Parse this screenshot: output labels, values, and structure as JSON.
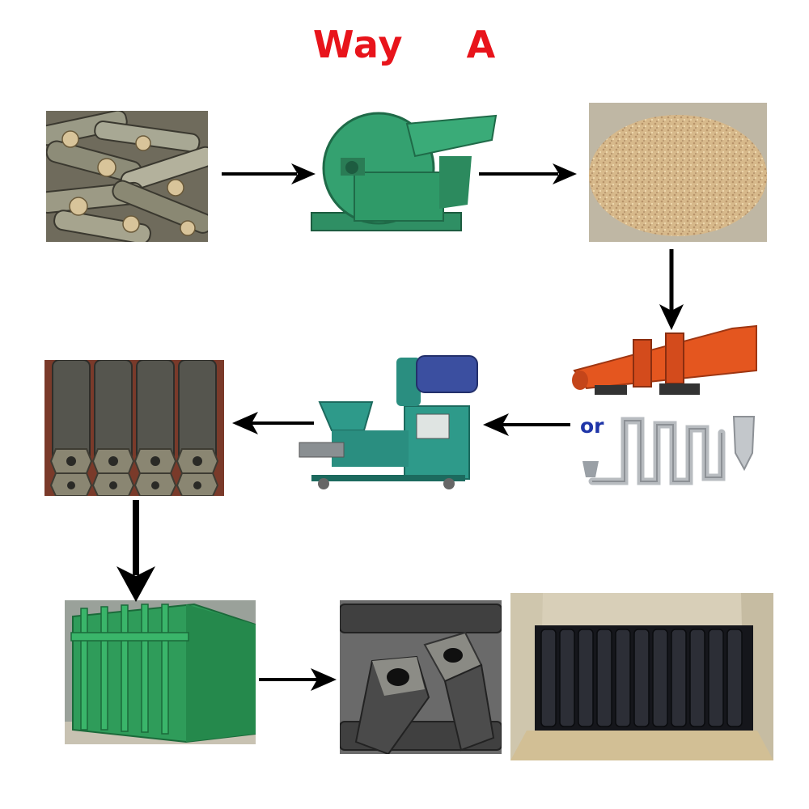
{
  "title": "Way  A",
  "or_label": "or",
  "colors": {
    "title": "#e8141b",
    "or_label": "#1f35a8",
    "arrow": "#000000",
    "machine_green": "#2e9a6a",
    "dryer_orange": "#e0521f",
    "sawdust": "#d9b98a",
    "briquette": "#4a4a46",
    "charcoal": "#1d1e24"
  },
  "steps": [
    {
      "id": "wood-logs",
      "icon": "wood-logs-photo"
    },
    {
      "id": "wood-crusher",
      "icon": "wood-crusher-machine-photo"
    },
    {
      "id": "sawdust",
      "icon": "sawdust-pile-photo"
    },
    {
      "id": "rotary-dryer",
      "icon": "rotary-drum-dryer-photo"
    },
    {
      "id": "airflow-dryer",
      "icon": "airflow-pipe-dryer-photo"
    },
    {
      "id": "briquette-machine",
      "icon": "briquette-press-machine-photo"
    },
    {
      "id": "sawdust-briquettes",
      "icon": "hexagonal-briquettes-photo"
    },
    {
      "id": "carbonization-furnace",
      "icon": "carbonization-furnace-photo"
    },
    {
      "id": "charcoal-closeup",
      "icon": "charcoal-briquette-closeup-photo"
    },
    {
      "id": "boxed-charcoal",
      "icon": "boxed-charcoal-photo"
    }
  ]
}
